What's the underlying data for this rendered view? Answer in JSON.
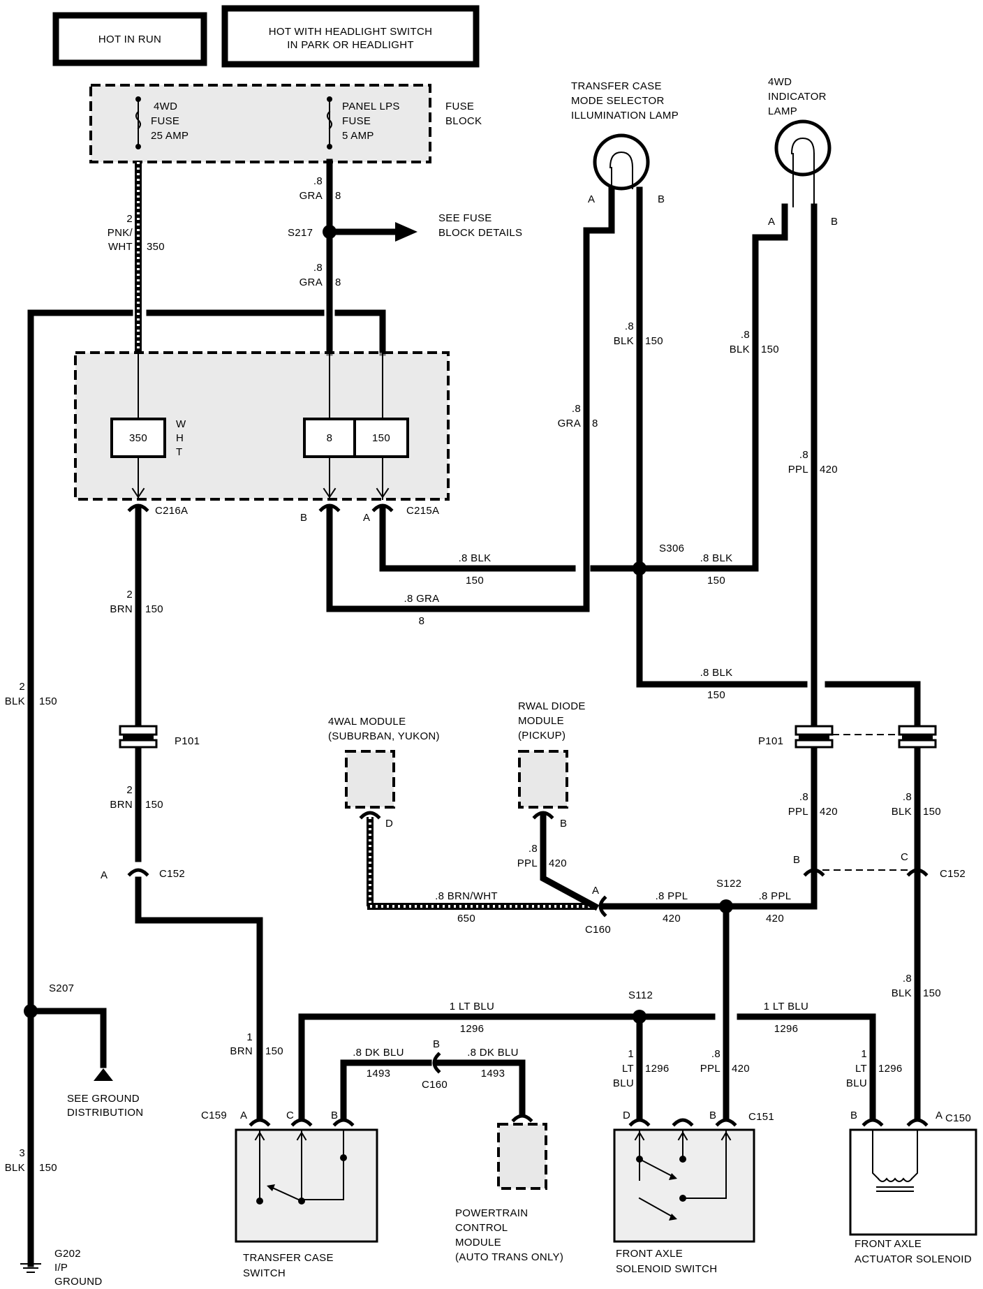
{
  "headers": {
    "hot_in_run": "HOT IN RUN",
    "hot_with_headlight_1": "HOT WITH HEADLIGHT SWITCH",
    "hot_with_headlight_2": "IN PARK OR HEADLIGHT"
  },
  "fuse_block": {
    "label_1": "FUSE",
    "label_2": "BLOCK",
    "fuse_4wd_1": "4WD",
    "fuse_4wd_2": "FUSE",
    "fuse_4wd_3": "25 AMP",
    "fuse_panel_1": "PANEL LPS",
    "fuse_panel_2": "FUSE",
    "fuse_panel_3": "5 AMP"
  },
  "see_fuse": {
    "line_1": "SEE FUSE",
    "line_2": "BLOCK DETAILS"
  },
  "lamps": {
    "tc_1": "TRANSFER CASE",
    "tc_2": "MODE SELECTOR",
    "tc_3": "ILLUMINATION  LAMP",
    "ind_1": "4WD",
    "ind_2": "INDICATOR",
    "ind_3": "LAMP"
  },
  "splices": {
    "s217": "S217",
    "s306": "S306",
    "s207": "S207",
    "s122": "S122",
    "s112": "S112"
  },
  "connectors": {
    "c216a": "C216A",
    "c215a": "C215A",
    "p101_l": "P101",
    "p101_r": "P101",
    "c152_l": "C152",
    "c152_r": "C152",
    "c160": "C160",
    "c159": "C159",
    "c151": "C151",
    "c150": "C150"
  },
  "pins": {
    "a": "A",
    "b": "B",
    "c": "C",
    "d": "D"
  },
  "circuits": {
    "c350": "350",
    "c8": "8",
    "c150": "150",
    "c420": "420",
    "c650": "650",
    "c1296": "1296",
    "c1493": "1493",
    "wht_w": "W",
    "wht_h": "H",
    "wht_t": "T"
  },
  "wires": {
    "g2": "2",
    "g3": "3",
    "g1": "1",
    "g08": ".8",
    "pnk": "PNK/",
    "wht": "WHT",
    "gra": "GRA",
    "blk": "BLK",
    "brn": "BRN",
    "ppl": "PPL",
    "lt": "LT",
    "blu": "BLU",
    "blk08": ".8 BLK",
    "gra08": ".8 GRA",
    "ppl08": ".8 PPL",
    "brnwht08": ".8 BRN/WHT",
    "ltblu1": "1 LT BLU",
    "dkblu08": ".8 DK BLU"
  },
  "components": {
    "wal_1": "4WAL MODULE",
    "wal_2": "(SUBURBAN, YUKON)",
    "rwal_1": "RWAL DIODE",
    "rwal_2": "MODULE",
    "rwal_3": "(PICKUP)",
    "ground_1": "SEE GROUND",
    "ground_2": "DISTRIBUTION",
    "g202": "G202",
    "ip": "I/P",
    "ground": "GROUND",
    "tcs_1": "TRANSFER CASE",
    "tcs_2": "SWITCH",
    "pcm_1": "POWERTRAIN",
    "pcm_2": "CONTROL",
    "pcm_3": "MODULE",
    "pcm_4": "(AUTO TRANS ONLY)",
    "fas_1": "FRONT AXLE",
    "fas_2": "SOLENOID SWITCH",
    "faa_1": "FRONT AXLE",
    "faa_2": "ACTUATOR SOLENOID"
  }
}
